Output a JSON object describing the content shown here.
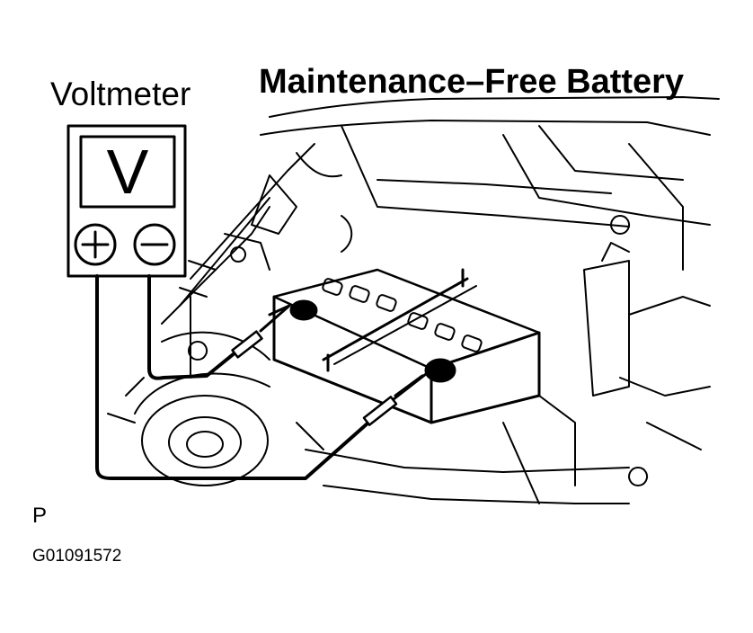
{
  "labels": {
    "voltmeter": "Voltmeter",
    "battery_title": "Maintenance–Free Battery",
    "meter_display": "V",
    "panel_letter": "P",
    "figure_id": "G01091572"
  },
  "icons": {
    "positive_terminal": "plus-circle-icon",
    "negative_terminal": "minus-circle-icon"
  },
  "colors": {
    "ink": "#000000",
    "paper": "#ffffff"
  }
}
